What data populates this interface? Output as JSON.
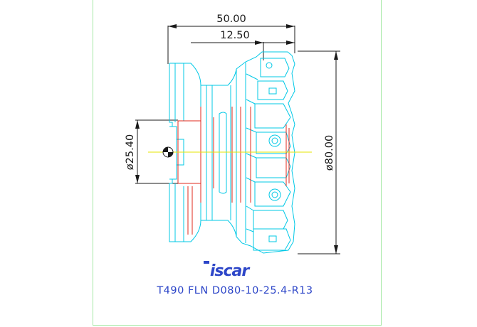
{
  "dimensions": {
    "overall_length": "50.00",
    "cutting_depth": "12.50",
    "bore_diameter": "ø25.40",
    "cutter_diameter": "ø80.00"
  },
  "brand": {
    "logo_text": "iscar",
    "logo_color": "#2d46c8"
  },
  "part_designation": "T490 FLN D080-10-25.4-R13",
  "colors": {
    "outline": "#00c8e6",
    "hidden_red": "#e0281e",
    "centerline": "#e6e600",
    "dimension": "#1a1a1a",
    "frame": "#a4e8a4",
    "title": "#2d46c8"
  }
}
